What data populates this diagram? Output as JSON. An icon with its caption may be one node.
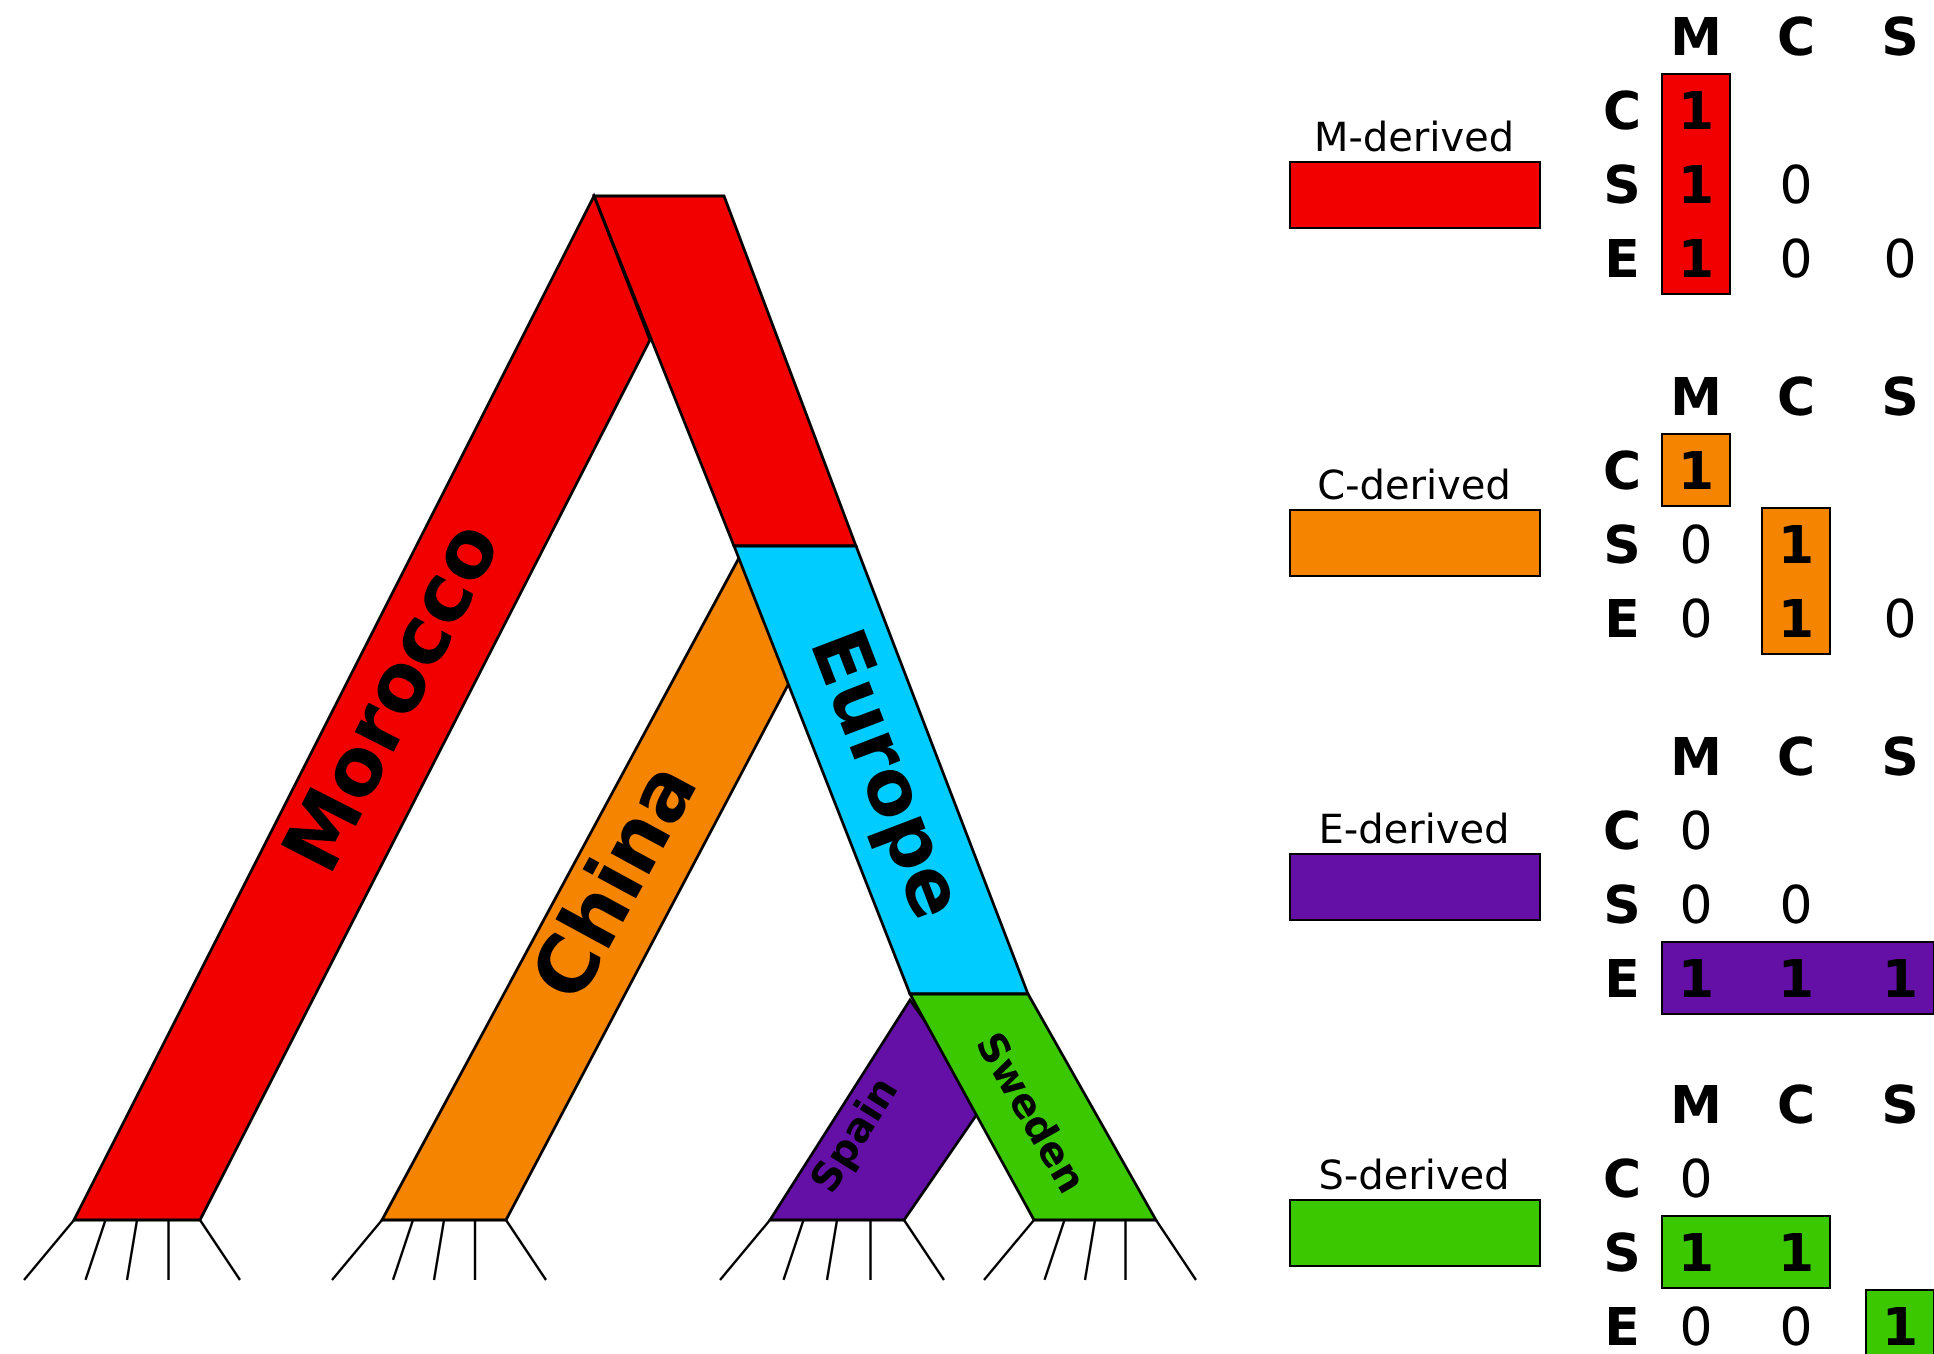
{
  "diagram": {
    "nodes": [
      {
        "text": [],
        "shape": "bar"
      },
      {
        "text": [
          "Morocco"
        ]
      },
      {
        "text": [
          "China"
        ]
      },
      {
        "text": [
          "Europe"
        ]
      },
      {
        "text": [
          "Spain"
        ]
      },
      {
        "text": [
          "Sweden"
        ]
      }
    ],
    "labels": [
      "M",
      "C",
      "S",
      "C",
      "1",
      "S",
      "1",
      "0",
      "E",
      "1",
      "0",
      "0",
      "M",
      "C",
      "S",
      "C",
      "1",
      "S",
      "0",
      "1",
      "E",
      "0",
      "1",
      "0",
      "M",
      "C",
      "S",
      "C",
      "0",
      "S",
      "0",
      "0",
      "E",
      "1",
      "1",
      "1",
      "M",
      "C",
      "S",
      "C",
      "0",
      "S",
      "1",
      "1",
      "E",
      "0",
      "0",
      "1"
    ],
    "legend": [
      {
        "text": "M-derived",
        "color": "#f20000"
      },
      {
        "text": "C-derived",
        "color": "#f58400"
      },
      {
        "text": "E-derived",
        "color": "#6410a6"
      },
      {
        "text": "S-derived",
        "color": "#3cc800"
      }
    ]
  }
}
